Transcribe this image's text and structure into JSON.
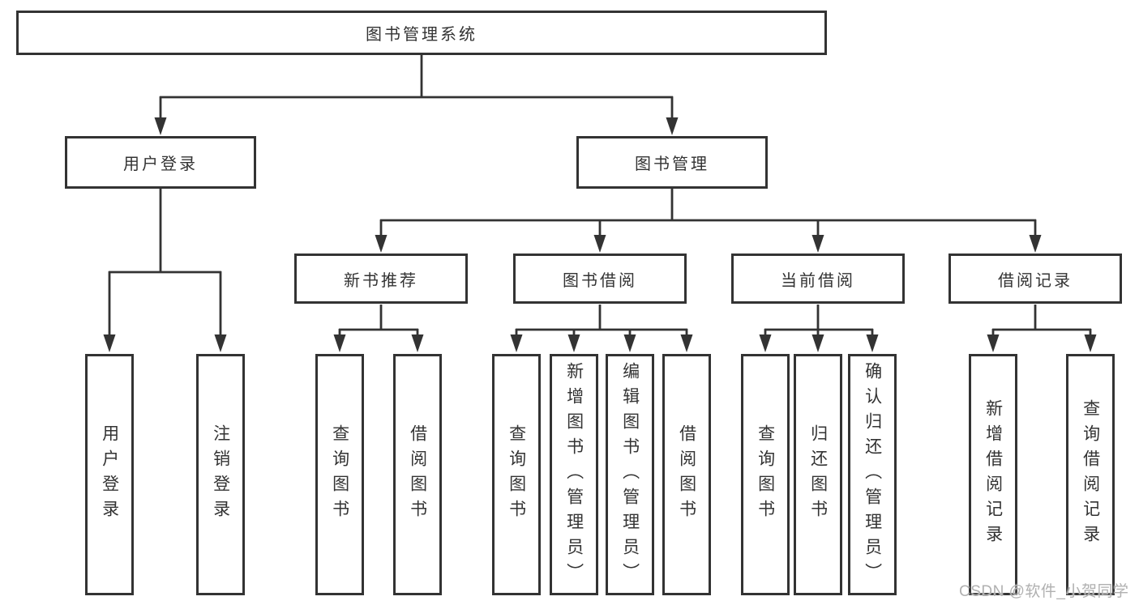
{
  "colors": {
    "background": "#ffffff",
    "line": "#333333",
    "border": "#333333",
    "text": "#333333",
    "watermark": "#b0b0b0"
  },
  "diagram": {
    "root": {
      "label": "图书管理系统"
    },
    "level2": {
      "user_login": {
        "label": "用户登录"
      },
      "book_mgmt": {
        "label": "图书管理"
      }
    },
    "level3": {
      "new_book_rec": {
        "label": "新书推荐"
      },
      "book_borrow": {
        "label": "图书借阅"
      },
      "current_borrow": {
        "label": "当前借阅"
      },
      "borrow_record": {
        "label": "借阅记录"
      }
    },
    "leaves": {
      "user_login": [
        "用户登录",
        "注销登录"
      ],
      "new_book_rec": [
        "查询图书",
        "借阅图书"
      ],
      "book_borrow": [
        "查询图书",
        "新增图书（管理员）",
        "编辑图书（管理员）",
        "借阅图书"
      ],
      "current_borrow": [
        "查询图书",
        "归还图书",
        "确认归还（管理员）"
      ],
      "borrow_record": [
        "新增借阅记录",
        "查询借阅记录"
      ]
    }
  },
  "watermark": {
    "text": "CSDN @软件_小贺同学"
  }
}
